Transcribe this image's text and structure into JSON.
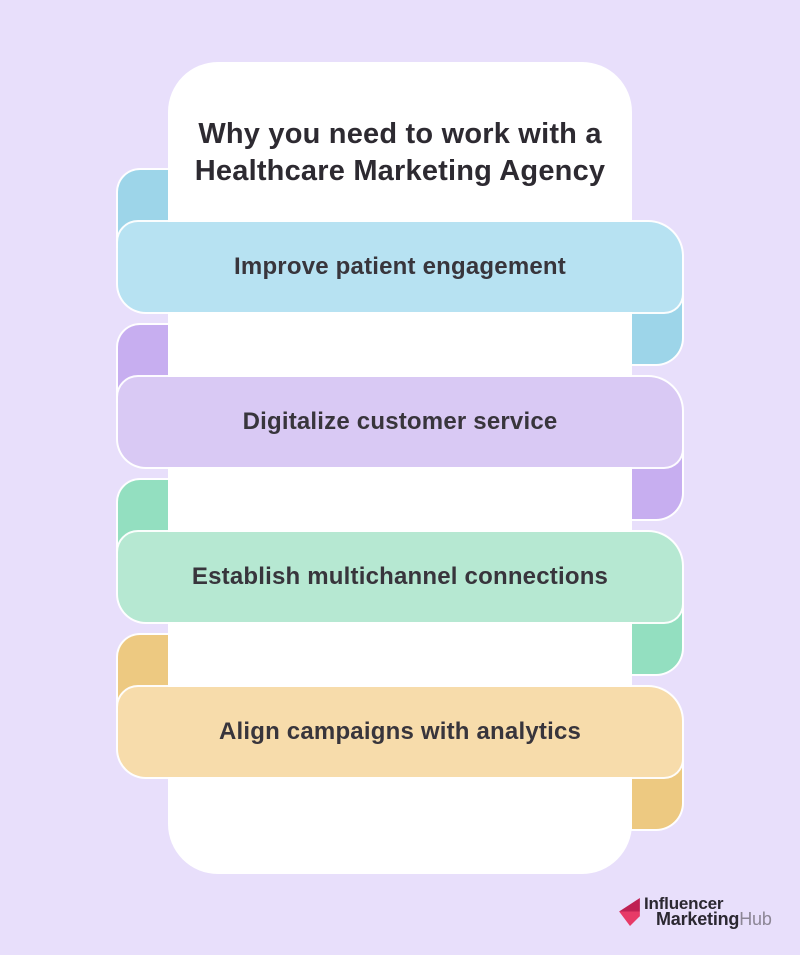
{
  "title": {
    "line1": "Why you need to work with a",
    "line2": "Healthcare Marketing Agency"
  },
  "ribbons": [
    {
      "label": "Improve patient engagement",
      "band_color": "#b7e2f2",
      "fold_color": "#9dd5e9"
    },
    {
      "label": "Digitalize customer service",
      "band_color": "#d9c9f4",
      "fold_color": "#c7aef0"
    },
    {
      "label": "Establish multichannel connections",
      "band_color": "#b6e8d2",
      "fold_color": "#93dfc0"
    },
    {
      "label": "Align campaigns with analytics",
      "band_color": "#f7dcab",
      "fold_color": "#edc981"
    }
  ],
  "logo": {
    "line1": "Influencer",
    "line2_dark": "Marketing",
    "line2_light": "Hub",
    "icon": "influencer-marketing-hub-arrow-icon",
    "icon_dark_color": "#bf2153",
    "icon_light_color": "#e73a67",
    "text_dark_color": "#2b2831",
    "text_light_color": "#8c8695"
  },
  "colors": {
    "background": "#e8dffb",
    "card": "#ffffff",
    "title_text": "#2d2a31",
    "band_text": "#38353c"
  }
}
